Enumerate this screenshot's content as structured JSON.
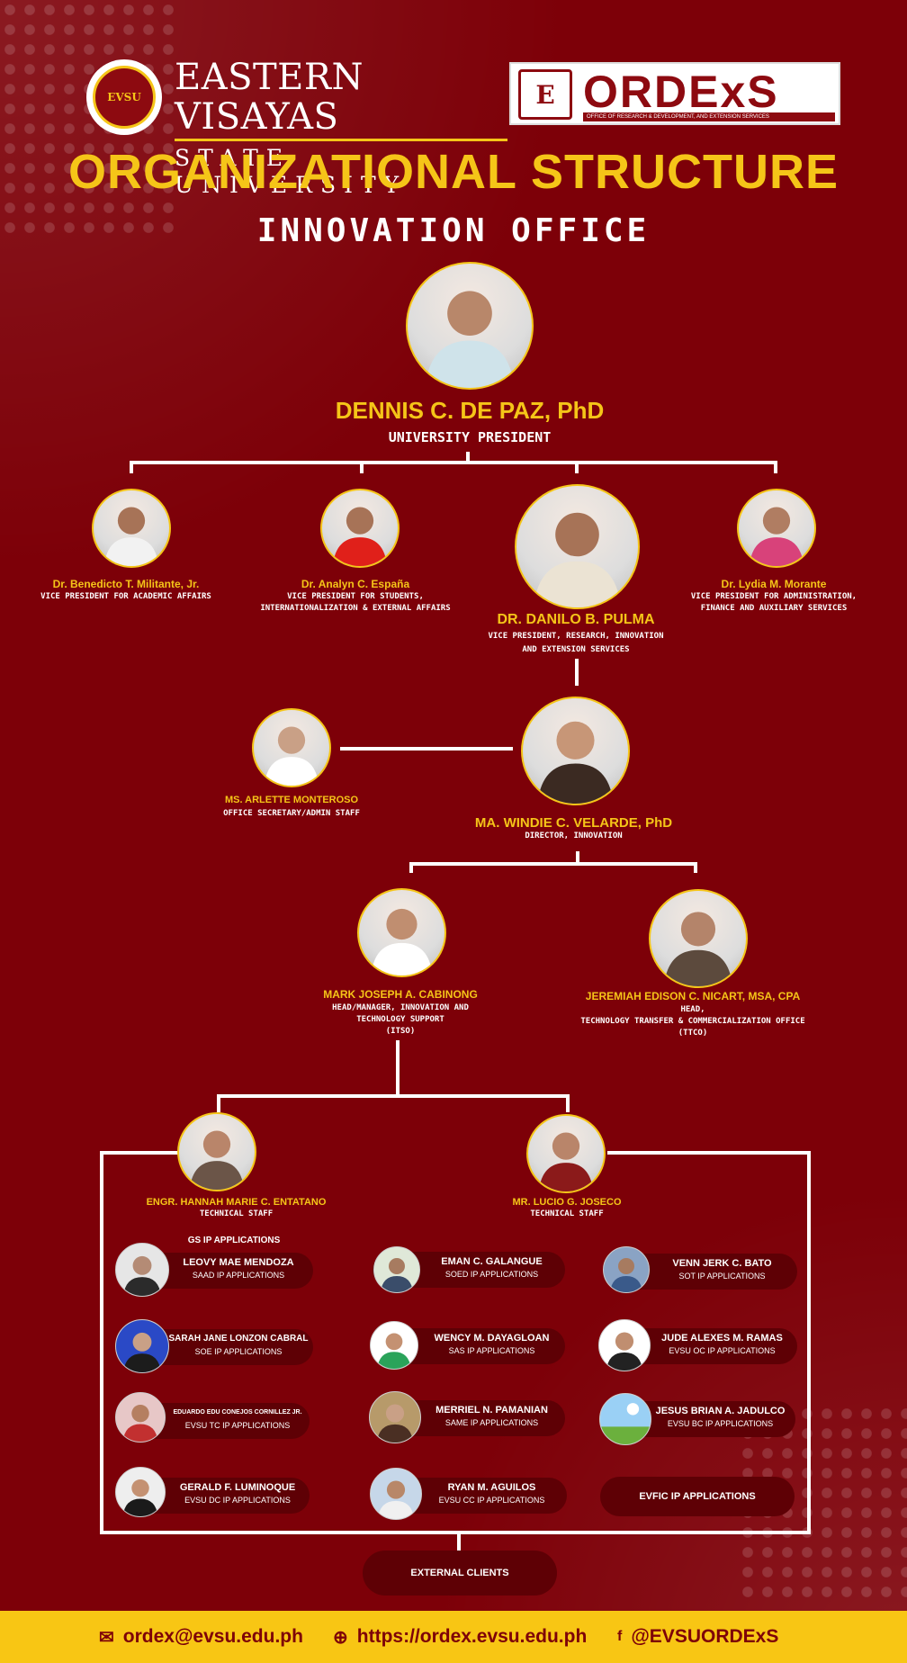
{
  "header": {
    "logo_text": "EVSU",
    "university_line1": "EASTERN VISAYAS",
    "university_line2": "STATE UNIVERSITY",
    "ordex_mark": "E",
    "ordex_name": "ORDExS",
    "ordex_tagline": "OFFICE OF RESEARCH & DEVELOPMENT, AND EXTENSION SERVICES"
  },
  "title": "ORGANIZATIONAL STRUCTURE",
  "subtitle": "INNOVATION  OFFICE",
  "president": {
    "name": "DENNIS C. DE PAZ, PhD",
    "role": "UNIVERSITY PRESIDENT"
  },
  "vps": [
    {
      "name": "Dr. Benedicto T. Militante, Jr.",
      "role1": "VICE PRESIDENT FOR ACADEMIC AFFAIRS",
      "role2": ""
    },
    {
      "name": "Dr. Analyn C. España",
      "role1": "VICE PRESIDENT FOR STUDENTS,",
      "role2": "INTERNATIONALIZATION & EXTERNAL AFFAIRS"
    },
    {
      "name": "DR. DANILO B. PULMA",
      "role1": "VICE PRESIDENT, RESEARCH, INNOVATION",
      "role2": "AND EXTENSION SERVICES"
    },
    {
      "name": "Dr. Lydia M. Morante",
      "role1": "VICE PRESIDENT FOR ADMINISTRATION,",
      "role2": "FINANCE AND AUXILIARY SERVICES"
    }
  ],
  "secretary": {
    "name": "MS. ARLETTE MONTEROSO",
    "role": "OFFICE SECRETARY/ADMIN STAFF"
  },
  "director": {
    "name": "MA. WINDIE C. VELARDE, PhD",
    "role": "DIRECTOR, INNOVATION"
  },
  "heads": [
    {
      "name": "MARK JOSEPH A. CABINONG",
      "role1": "HEAD/MANAGER, INNOVATION AND",
      "role2": "TECHNOLOGY SUPPORT",
      "role3": "(ITSO)"
    },
    {
      "name": "JEREMIAH EDISON C. NICART, MSA, CPA",
      "role1": "HEAD,",
      "role2": "TECHNOLOGY TRANSFER & COMMERCIALIZATION OFFICE",
      "role3": "(TTCO)"
    }
  ],
  "tech_staff": [
    {
      "name": "ENGR. HANNAH MARIE C. ENTATANO",
      "role": "TECHNICAL STAFF"
    },
    {
      "name": "MR. LUCIO G. JOSECO",
      "role": "TECHNICAL STAFF"
    }
  ],
  "gs_label": "GS IP APPLICATIONS",
  "ip_staff": [
    {
      "name": "LEOVY MAE  MENDOZA",
      "unit": "SAAD IP APPLICATIONS"
    },
    {
      "name": "EMAN C. GALANGUE",
      "unit": "SOED IP APPLICATIONS"
    },
    {
      "name": "VENN JERK C. BATO",
      "unit": "SOT  IP APPLICATIONS"
    },
    {
      "name": "SARAH JANE LONZON CABRAL",
      "unit": "SOE IP APPLICATIONS"
    },
    {
      "name": "WENCY M. DAYAGLOAN",
      "unit": "SAS IP APPLICATIONS"
    },
    {
      "name": "JUDE ALEXES M. RAMAS",
      "unit": "EVSU OC IP APPLICATIONS"
    },
    {
      "name": "EDUARDO EDU CONEJOS CORNILLEZ JR.",
      "unit": "EVSU TC IP APPLICATIONS"
    },
    {
      "name": "MERRIEL N. PAMANIAN",
      "unit": "SAME IP APPLICATIONS"
    },
    {
      "name": "JESUS BRIAN A. JADULCO",
      "unit": "EVSU BC IP APPLICATIONS"
    },
    {
      "name": "GERALD F. LUMINOQUE",
      "unit": "EVSU DC IP APPLICATIONS"
    },
    {
      "name": "RYAN M. AGUILOS",
      "unit": "EVSU CC IP APPLICATIONS"
    }
  ],
  "evfic_label": "EVFIC IP APPLICATIONS",
  "external_label": "EXTERNAL CLIENTS",
  "footer": {
    "email_icon": "mail-icon",
    "email": "ordex@evsu.edu.ph",
    "web_icon": "globe-icon",
    "website": "https://ordex.evsu.edu.ph",
    "facebook_icon": "facebook-icon",
    "facebook": "@EVSUORDExS"
  },
  "colors": {
    "background": "#7d0008",
    "accent": "#f5c518",
    "footer": "#f8c614",
    "pill": "#5e0005"
  }
}
